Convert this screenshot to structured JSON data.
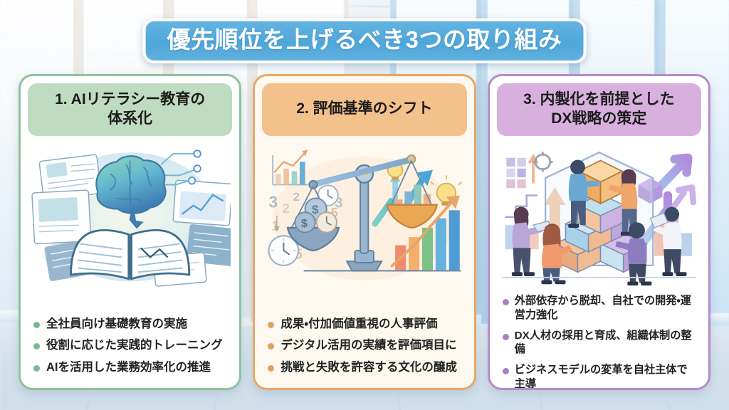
{
  "slide": {
    "title": "優先順位を上げるべき3つの取り組み",
    "background_description": "blurred bright office interior with large windows"
  },
  "theme": {
    "title_banner_bg": "#4fa6da",
    "title_banner_border": "#ffffff",
    "title_text_color": "#ffffff",
    "card1_accent": "#8cc39d",
    "card1_header_bg": "#bfdcc0",
    "card1_dot": "#7cb894",
    "card2_accent": "#e8a765",
    "card2_header_bg": "#f3c18c",
    "card2_dot": "#e0a15e",
    "card3_accent": "#b48cc9",
    "card3_header_bg": "#d7b0dd",
    "card3_dot": "#a87fc4"
  },
  "cards": [
    {
      "number": "1.",
      "heading": "1. AIリテラシー教育の\n体系化",
      "heading_line1": "1. AIリテラシー教育の",
      "heading_line2": "体系化",
      "illustration": "brain-open-book-icon",
      "illustration_alt": "開いた本の上に脳、周囲にブラウザ画面と回路",
      "bullets": [
        "全社員向け基礎教育の実施",
        "役割に応じた実践的トレーニング",
        "AIを活用した業務効率化の推進"
      ]
    },
    {
      "number": "2.",
      "heading": "2. 評価基準のシフト",
      "heading_line1": "2. 評価基準のシフト",
      "heading_line2": "",
      "illustration": "balance-scale-growth-icon",
      "illustration_alt": "天秤と成長グラフ、硬貨・時計・電球",
      "bullets": [
        "成果・付加価値重視の人事評価",
        "デジタル活用の実績を評価項目に",
        "挑戦と失敗を許容する文化の醸成"
      ]
    },
    {
      "number": "3.",
      "heading": "3. 内製化を前提とした\nDX戦略の策定",
      "heading_line1": "3. 内製化を前提とした",
      "heading_line2": "DX戦略の策定",
      "illustration": "team-building-cubes-icon",
      "illustration_alt": "チームでキューブを積み上げる人々と上昇矢印",
      "bullets": [
        "外部依存から脱却、自社での開発・運営力強化",
        "DX人材の採用と育成、組織体制の整備",
        "ビジネスモデルの変革を自社主体で主導"
      ]
    }
  ]
}
